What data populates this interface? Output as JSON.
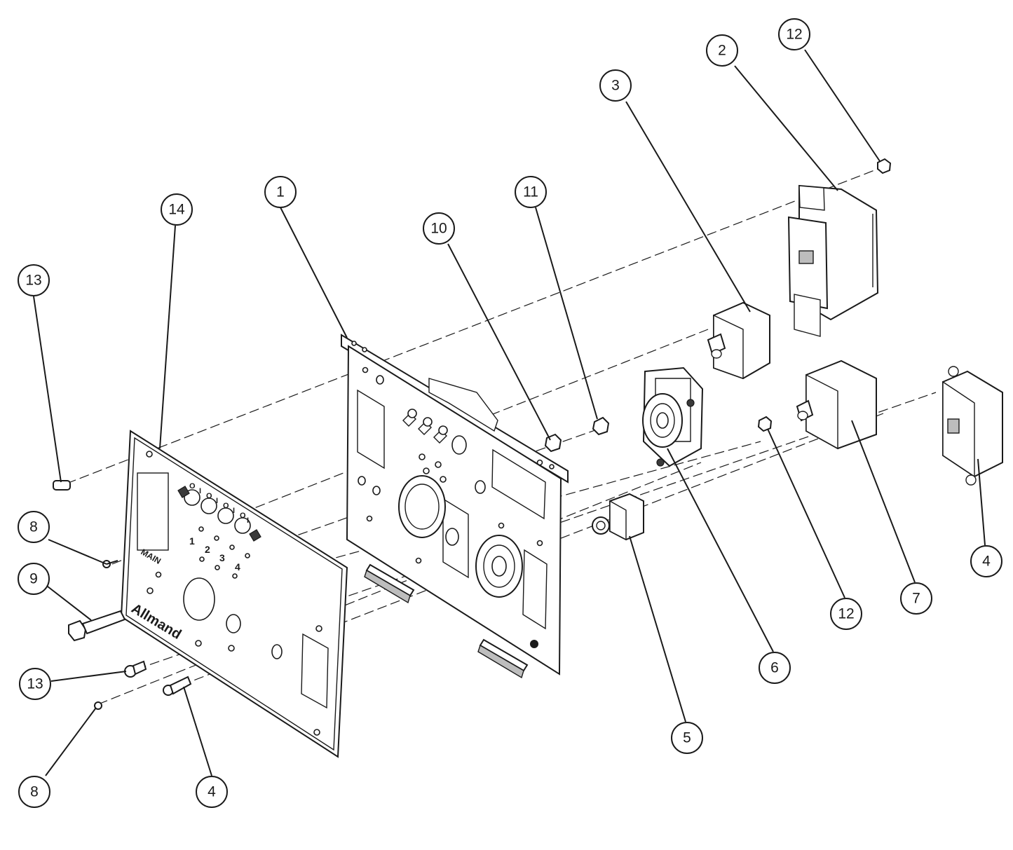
{
  "callouts": [
    {
      "id": "c1",
      "label": "1"
    },
    {
      "id": "c2",
      "label": "2"
    },
    {
      "id": "c3",
      "label": "3"
    },
    {
      "id": "c4a",
      "label": "4"
    },
    {
      "id": "c4b",
      "label": "4"
    },
    {
      "id": "c5",
      "label": "5"
    },
    {
      "id": "c6",
      "label": "6"
    },
    {
      "id": "c7",
      "label": "7"
    },
    {
      "id": "c8a",
      "label": "8"
    },
    {
      "id": "c8b",
      "label": "8"
    },
    {
      "id": "c9",
      "label": "9"
    },
    {
      "id": "c10",
      "label": "10"
    },
    {
      "id": "c11",
      "label": "11"
    },
    {
      "id": "c12a",
      "label": "12"
    },
    {
      "id": "c12b",
      "label": "12"
    },
    {
      "id": "c13a",
      "label": "13"
    },
    {
      "id": "c13b",
      "label": "13"
    },
    {
      "id": "c14",
      "label": "14"
    }
  ],
  "panel": {
    "brand": "Allmand",
    "main_label": "MAIN",
    "outlet_numbers": [
      "1",
      "2",
      "3",
      "4"
    ],
    "switch_marks": [
      "O",
      "I",
      "O",
      "I",
      "O",
      "I",
      "O",
      "I"
    ]
  },
  "colors": {
    "line": "#1a1a1a",
    "background": "#ffffff",
    "shade": "#bdbdbd"
  }
}
